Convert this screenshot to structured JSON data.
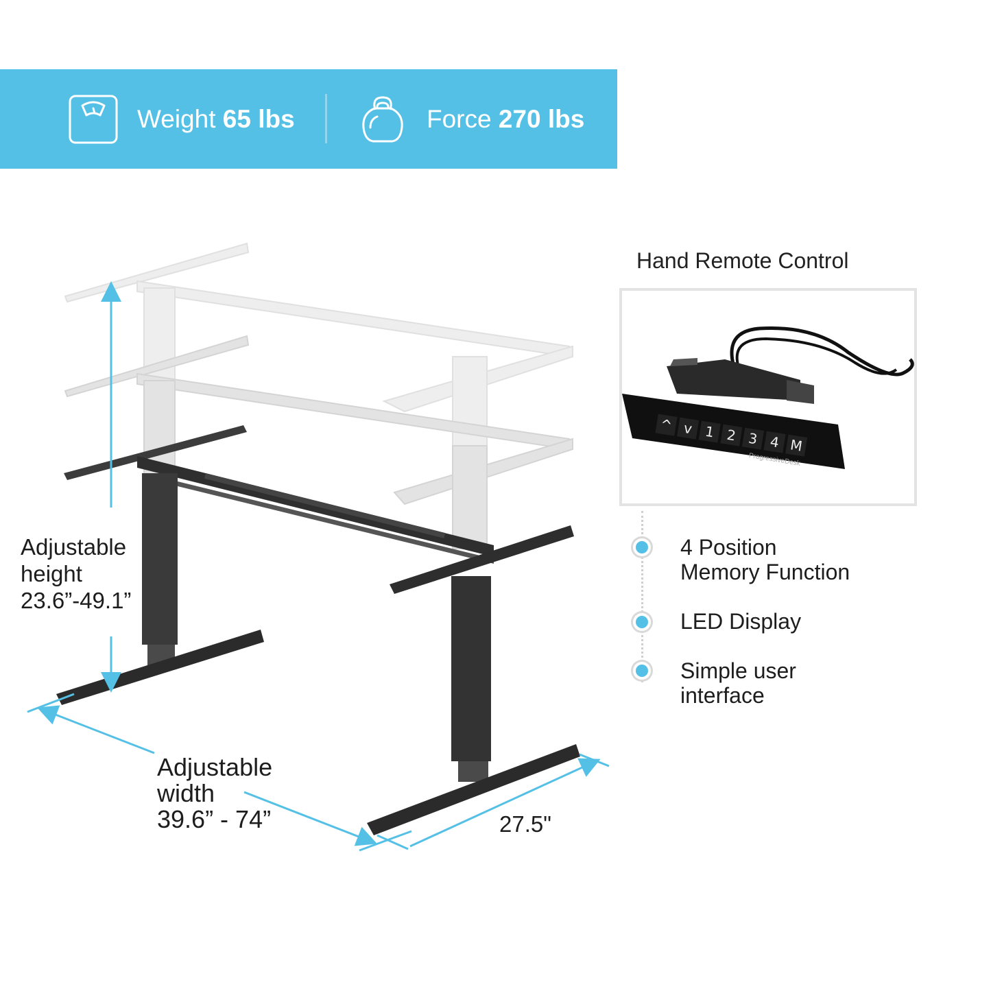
{
  "banner": {
    "weight_label": "Weight",
    "weight_value": "65 lbs",
    "force_label": "Force",
    "force_value": "270 lbs",
    "weight_icon": "scale-icon",
    "force_icon": "kettlebell-icon",
    "color": "#55c0e6"
  },
  "desk": {
    "height_label_1": "Adjustable",
    "height_label_2": "height",
    "height_label_3": "23.6”-49.1”",
    "width_label_1": "Adjustable",
    "width_label_2": "width",
    "width_label_3": "39.6” - 74”",
    "depth_label": "27.5\""
  },
  "remote": {
    "title": "Hand Remote Control",
    "buttons": [
      "^",
      "v",
      "1",
      "2",
      "3",
      "4",
      "M"
    ],
    "brand": "ProgressiveDesk"
  },
  "features": [
    {
      "line1": "4 Position",
      "line2": "Memory Function"
    },
    {
      "line1": "LED Display",
      "line2": ""
    },
    {
      "line1": "Simple user",
      "line2": "interface"
    }
  ]
}
